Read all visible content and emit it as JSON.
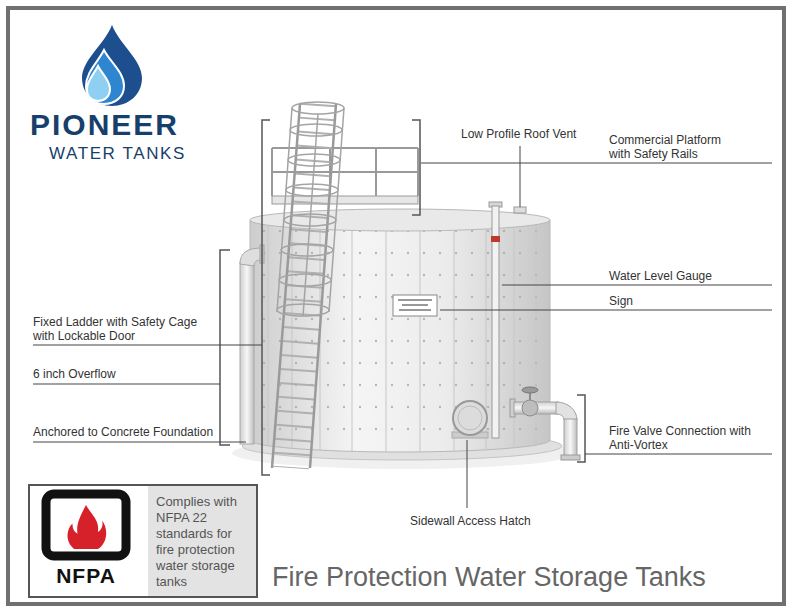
{
  "diagram": {
    "title": "Fire Protection Water Storage Tanks",
    "nodes": [
      {
        "text": [
          "NFPA",
          "Complies with NFPA 22 standards for fire protection water storage tanks"
        ]
      }
    ],
    "labels": [
      "PIONEER",
      "WATER TANKS",
      "Low Profile Roof Vent",
      "Commercial Platform with Safety Rails",
      "Water Level Gauge",
      "Sign",
      "Fixed Ladder with Safety Cage with Lockable Door",
      "6 inch Overflow",
      "Anchored to Concrete Foundation",
      "Fire Valve Connection with Anti-Vortex",
      "Sidewall Access Hatch"
    ]
  }
}
